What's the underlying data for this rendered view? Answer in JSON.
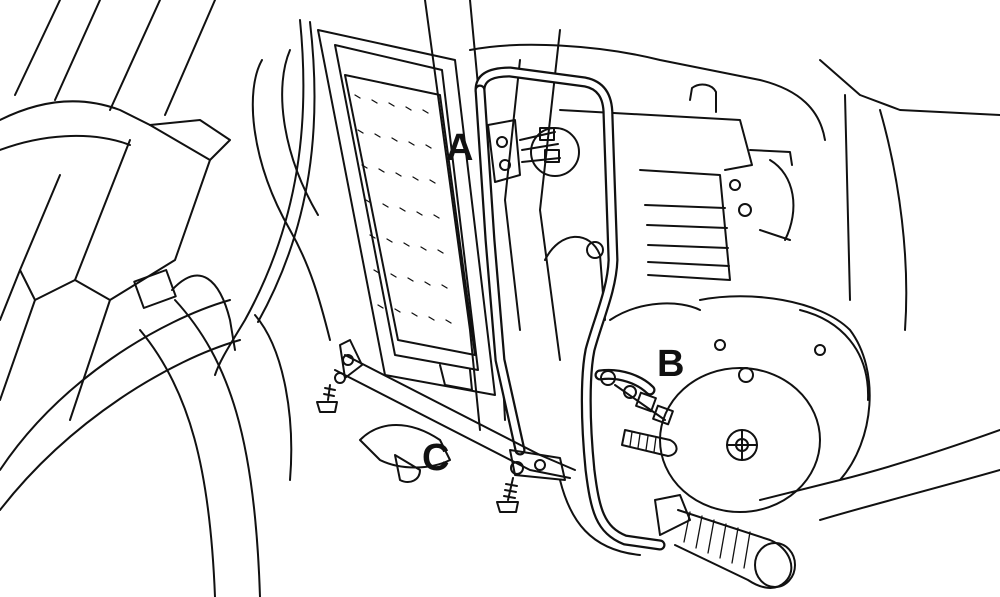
{
  "callouts": {
    "a": "A",
    "b": "B",
    "c": "C"
  },
  "colors": {
    "ink": "#111111",
    "paper": "#ffffff"
  }
}
